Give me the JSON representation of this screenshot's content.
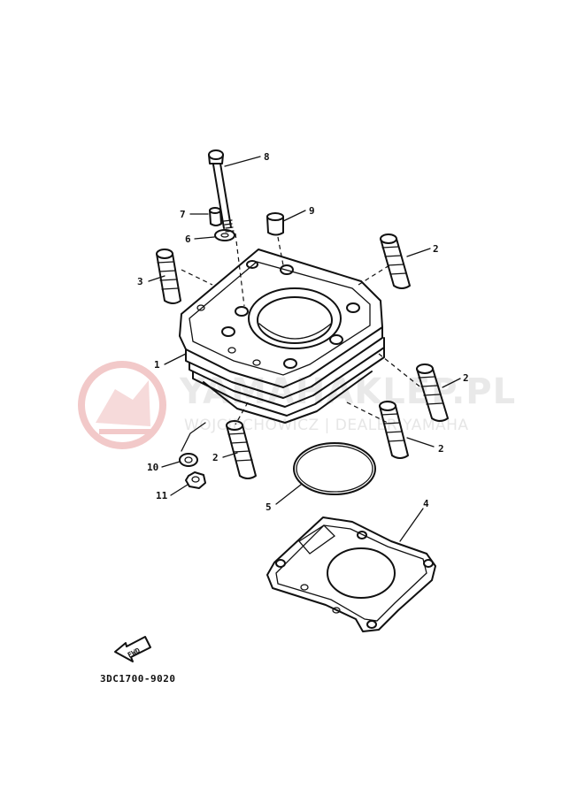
{
  "watermark": {
    "brand": "YAMAHAKLEP.PL",
    "tagline": "WOJCIECHOWICZ | DEALER YAMAHA"
  },
  "part_code": "3DC1700-9020",
  "fwd_label": "FWD",
  "callouts": [
    {
      "id": "c1",
      "label": "1"
    },
    {
      "id": "c2a",
      "label": "2"
    },
    {
      "id": "c2b",
      "label": "2"
    },
    {
      "id": "c2c",
      "label": "2"
    },
    {
      "id": "c2d",
      "label": "2"
    },
    {
      "id": "c3",
      "label": "3"
    },
    {
      "id": "c4",
      "label": "4"
    },
    {
      "id": "c5",
      "label": "5"
    },
    {
      "id": "c6",
      "label": "6"
    },
    {
      "id": "c7",
      "label": "7"
    },
    {
      "id": "c8",
      "label": "8"
    },
    {
      "id": "c9",
      "label": "9"
    },
    {
      "id": "c10",
      "label": "10"
    },
    {
      "id": "c11",
      "label": "11"
    }
  ]
}
